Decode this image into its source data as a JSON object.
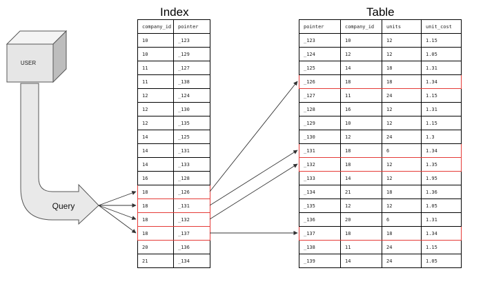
{
  "index": {
    "title": "Index",
    "columns": [
      "company_id",
      "pointer"
    ],
    "rows": [
      [
        "10",
        "_123"
      ],
      [
        "10",
        "_129"
      ],
      [
        "11",
        "_127"
      ],
      [
        "11",
        "_138"
      ],
      [
        "12",
        "_124"
      ],
      [
        "12",
        "_130"
      ],
      [
        "12",
        "_135"
      ],
      [
        "14",
        "_125"
      ],
      [
        "14",
        "_131"
      ],
      [
        "14",
        "_133"
      ],
      [
        "16",
        "_128"
      ],
      [
        "18",
        "_126"
      ],
      [
        "18",
        "_131"
      ],
      [
        "18",
        "_132"
      ],
      [
        "18",
        "_137"
      ],
      [
        "20",
        "_136"
      ],
      [
        "21",
        "_134"
      ]
    ],
    "highlighted_rows": [
      11,
      12,
      13,
      14
    ]
  },
  "table": {
    "title": "Table",
    "columns": [
      "pointer",
      "company_id",
      "units",
      "unit_cost"
    ],
    "rows": [
      [
        "_123",
        "10",
        "12",
        "1.15"
      ],
      [
        "_124",
        "12",
        "12",
        "1.05"
      ],
      [
        "_125",
        "14",
        "18",
        "1.31"
      ],
      [
        "_126",
        "18",
        "18",
        "1.34"
      ],
      [
        "_127",
        "11",
        "24",
        "1.15"
      ],
      [
        "_128",
        "16",
        "12",
        "1.31"
      ],
      [
        "_129",
        "10",
        "12",
        "1.15"
      ],
      [
        "_130",
        "12",
        "24",
        "1.3"
      ],
      [
        "_131",
        "18",
        "6",
        "1.34"
      ],
      [
        "_132",
        "18",
        "12",
        "1.35"
      ],
      [
        "_133",
        "14",
        "12",
        "1.95"
      ],
      [
        "_134",
        "21",
        "18",
        "1.36"
      ],
      [
        "_135",
        "12",
        "12",
        "1.05"
      ],
      [
        "_136",
        "20",
        "6",
        "1.31"
      ],
      [
        "_137",
        "18",
        "18",
        "1.34"
      ],
      [
        "_138",
        "11",
        "24",
        "1.15"
      ],
      [
        "_139",
        "14",
        "24",
        "1.05"
      ]
    ],
    "highlighted_rows": [
      3,
      8,
      9,
      14
    ]
  },
  "user_label": "USER",
  "query_label": "Query",
  "colors": {
    "highlight": "#e53935",
    "line": "#000000",
    "arrow": "#333333",
    "box_front": "#e6e6e6",
    "box_top": "#f4f4f4",
    "box_side": "#bdbdbd"
  },
  "links": [
    {
      "from_index_row": 11,
      "to_table_row": 3
    },
    {
      "from_index_row": 12,
      "to_table_row": 8
    },
    {
      "from_index_row": 13,
      "to_table_row": 9
    },
    {
      "from_index_row": 14,
      "to_table_row": 14
    }
  ]
}
